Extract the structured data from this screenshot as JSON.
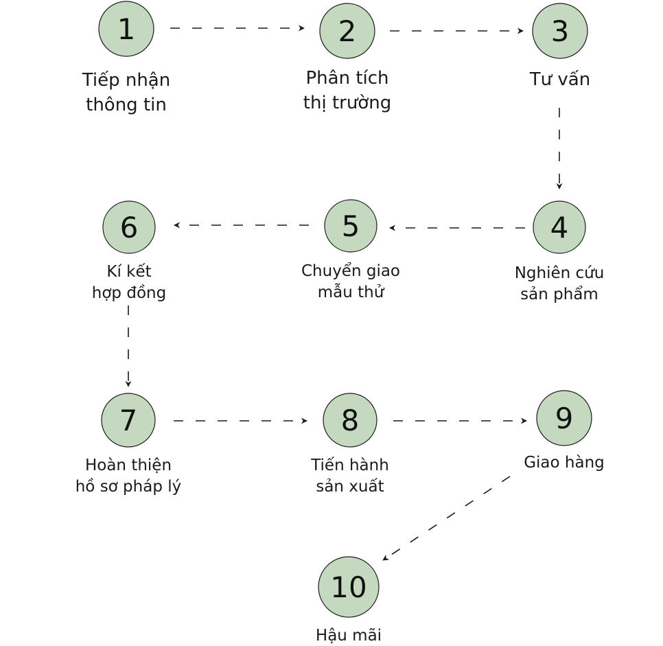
{
  "steps": [
    {
      "number": "1",
      "label": [
        "Tiếp nhận",
        "thông tin"
      ]
    },
    {
      "number": "2",
      "label": [
        "Phân tích",
        "thị trường"
      ]
    },
    {
      "number": "3",
      "label": [
        "Tư vấn"
      ]
    },
    {
      "number": "4",
      "label": [
        "Nghiên cứu",
        "sản phẩm"
      ]
    },
    {
      "number": "5",
      "label": [
        "Chuyển giao",
        "mẫu thử"
      ]
    },
    {
      "number": "6",
      "label": [
        "Kí kết",
        "hợp đồng"
      ]
    },
    {
      "number": "7",
      "label": [
        "Hoàn thiện",
        "hồ sơ pháp lý"
      ]
    },
    {
      "number": "8",
      "label": [
        "Tiến hành",
        "sản xuất"
      ]
    },
    {
      "number": "9",
      "label": [
        "Giao hàng"
      ]
    },
    {
      "number": "10",
      "label": [
        "Hậu mãi"
      ]
    }
  ],
  "connections": [
    [
      1,
      2
    ],
    [
      2,
      3
    ],
    [
      3,
      4
    ],
    [
      4,
      5
    ],
    [
      5,
      6
    ],
    [
      6,
      7
    ],
    [
      7,
      8
    ],
    [
      8,
      9
    ],
    [
      9,
      10
    ]
  ],
  "colors": {
    "node_fill": "#c5d8c0",
    "node_stroke": "#1c1c1c",
    "text": "#1a1a1a"
  }
}
